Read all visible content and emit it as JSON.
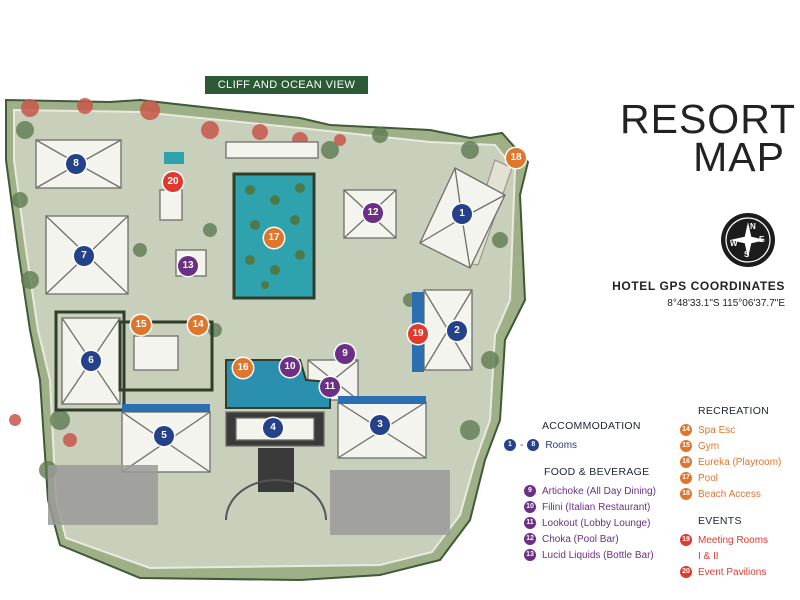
{
  "banner": "CLIFF AND OCEAN VIEW",
  "title_line1": "RESORT",
  "title_line2": "MAP",
  "compass": {
    "n": "N",
    "s": "S",
    "e": "E",
    "w": "W"
  },
  "gps_label": "HOTEL GPS COORDINATES",
  "gps_value": "8°48'33.1\"S 115°06'37.7\"E",
  "colors": {
    "accommodation": "#24418a",
    "food": "#6c2f86",
    "recreation": "#e0762c",
    "events": "#e03a2f"
  },
  "legend": {
    "accommodation": {
      "title": "ACCOMMODATION",
      "range_start": "1",
      "range_sep": "-",
      "range_end": "8",
      "label": "Rooms"
    },
    "food": {
      "title": "FOOD & BEVERAGE",
      "items": [
        {
          "num": "9",
          "label": "Artichoke (All Day Dining)"
        },
        {
          "num": "10",
          "label": "Filini (Italian Restaurant)"
        },
        {
          "num": "11",
          "label": "Lookout (Lobby Lounge)"
        },
        {
          "num": "12",
          "label": "Choka (Pool Bar)"
        },
        {
          "num": "13",
          "label": "Lucid Liquids (Bottle Bar)"
        }
      ]
    },
    "recreation": {
      "title": "RECREATION",
      "items": [
        {
          "num": "14",
          "label": "Spa Esc"
        },
        {
          "num": "15",
          "label": "Gym"
        },
        {
          "num": "16",
          "label": "Eureka (Playroom)"
        },
        {
          "num": "17",
          "label": "Pool"
        },
        {
          "num": "18",
          "label": "Beach Access"
        }
      ]
    },
    "events": {
      "title": "EVENTS",
      "items": [
        {
          "num": "19",
          "label": "Meeting Rooms"
        },
        {
          "num": "",
          "label": "I & II"
        },
        {
          "num": "20",
          "label": "Event Pavilions"
        }
      ]
    }
  },
  "markers": [
    {
      "num": "1",
      "type": "accommodation"
    },
    {
      "num": "2",
      "type": "accommodation"
    },
    {
      "num": "3",
      "type": "accommodation"
    },
    {
      "num": "4",
      "type": "accommodation"
    },
    {
      "num": "5",
      "type": "accommodation"
    },
    {
      "num": "6",
      "type": "accommodation"
    },
    {
      "num": "7",
      "type": "accommodation"
    },
    {
      "num": "8",
      "type": "accommodation"
    },
    {
      "num": "9",
      "type": "food"
    },
    {
      "num": "10",
      "type": "food"
    },
    {
      "num": "11",
      "type": "food"
    },
    {
      "num": "12",
      "type": "food"
    },
    {
      "num": "13",
      "type": "food"
    },
    {
      "num": "14",
      "type": "recreation"
    },
    {
      "num": "15",
      "type": "recreation"
    },
    {
      "num": "16",
      "type": "recreation"
    },
    {
      "num": "17",
      "type": "recreation"
    },
    {
      "num": "18",
      "type": "recreation"
    },
    {
      "num": "19",
      "type": "events"
    },
    {
      "num": "20",
      "type": "events"
    }
  ]
}
